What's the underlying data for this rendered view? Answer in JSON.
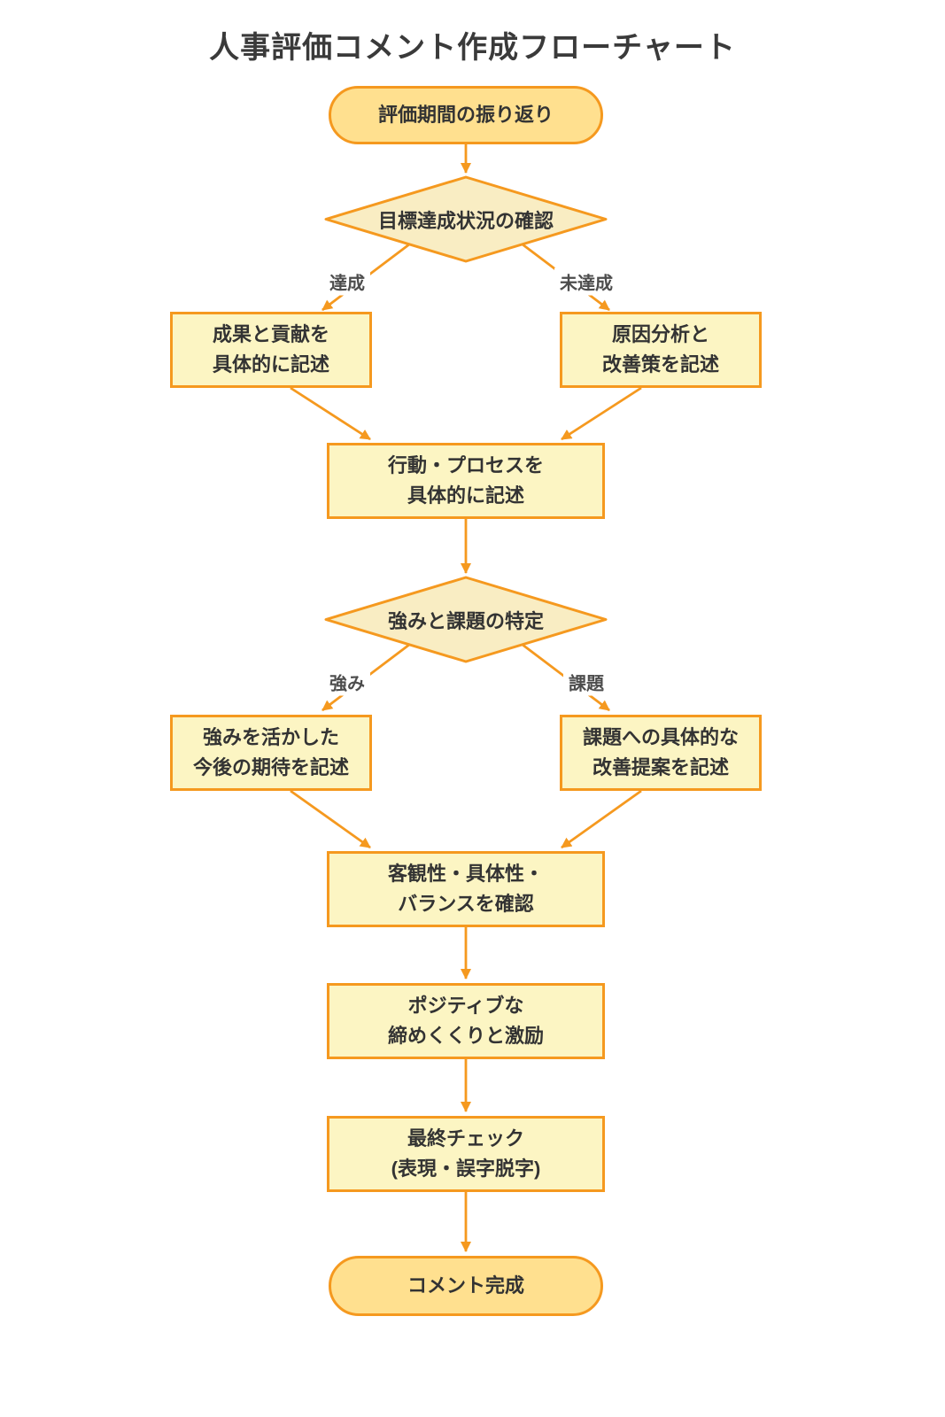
{
  "title": "人事評価コメント作成フローチャート",
  "colors": {
    "accent_orange": "#F5991F",
    "stadium_fill": "#FFE08F",
    "box_fill": "#FCF5C3",
    "diamond_fill": "#F9EDC3",
    "node_text": "#333333",
    "edge_label_text": "#4D4D4D"
  },
  "nodes": {
    "start": {
      "label": "評価期間の振り返り"
    },
    "decision_goal": {
      "label": "目標達成状況の確認"
    },
    "achieved_box": {
      "lines": [
        "成果と貢献を",
        "具体的に記述"
      ]
    },
    "not_achieved_box": {
      "lines": [
        "原因分析と",
        "改善策を記述"
      ]
    },
    "process_box": {
      "lines": [
        "行動・プロセスを",
        "具体的に記述"
      ]
    },
    "decision_strengths": {
      "label": "強みと課題の特定"
    },
    "strengths_box": {
      "lines": [
        "強みを活かした",
        "今後の期待を記述"
      ]
    },
    "issues_box": {
      "lines": [
        "課題への具体的な",
        "改善提案を記述"
      ]
    },
    "balance_box": {
      "lines": [
        "客観性・具体性・",
        "バランスを確認"
      ]
    },
    "positive_box": {
      "lines": [
        "ポジティブな",
        "締めくくりと激励"
      ]
    },
    "final_check_box": {
      "lines": [
        "最終チェック",
        "(表現・誤字脱字)"
      ]
    },
    "end": {
      "label": "コメント完成"
    }
  },
  "edge_labels": {
    "achieved": "達成",
    "not_achieved": "未達成",
    "strengths": "強み",
    "issues": "課題"
  }
}
